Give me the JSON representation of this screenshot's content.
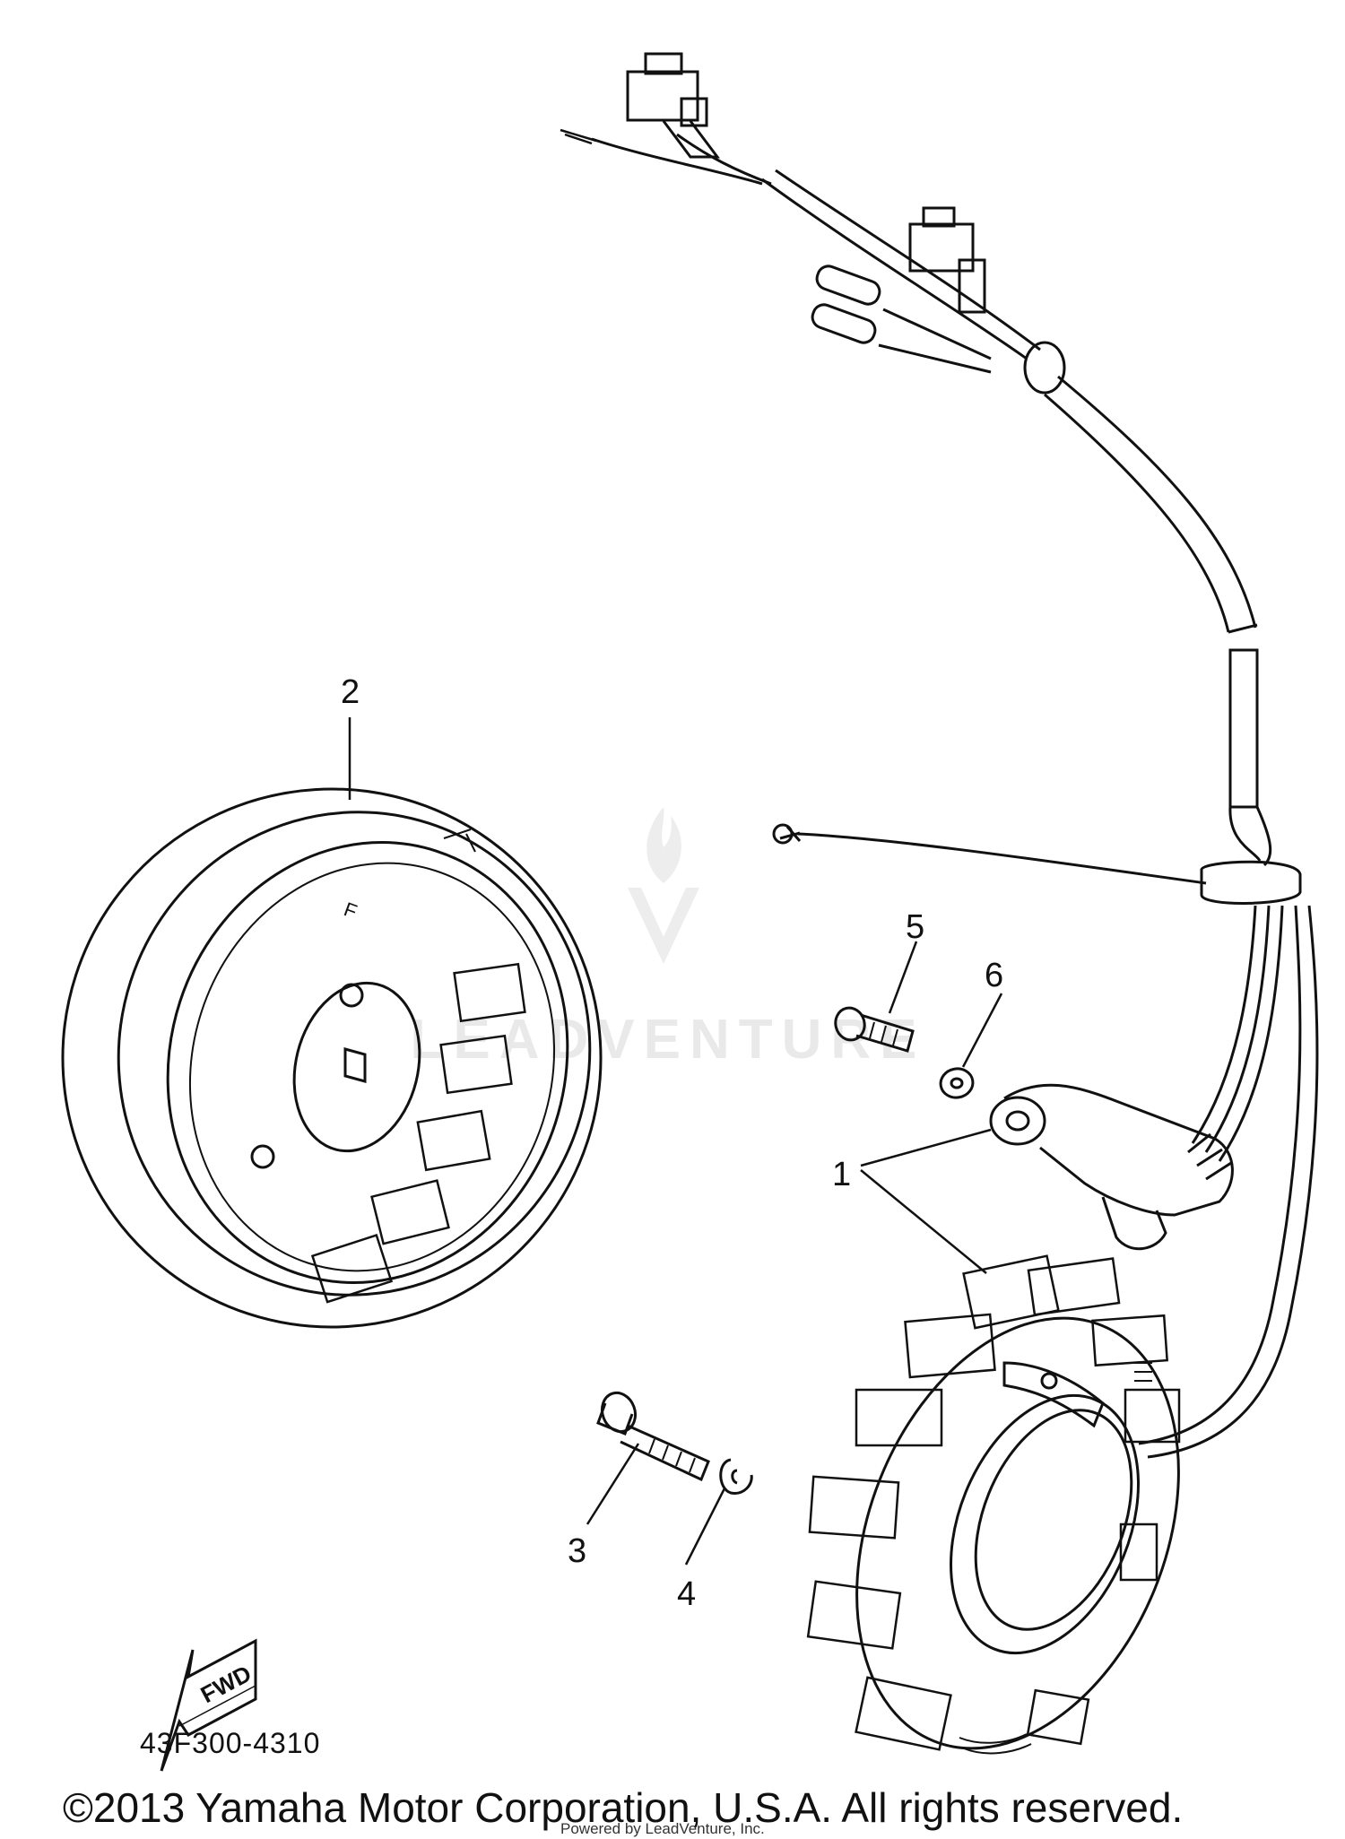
{
  "callouts": {
    "c1": "1",
    "c2": "2",
    "c3": "3",
    "c4": "4",
    "c5": "5",
    "c6": "6"
  },
  "direction_arrow": {
    "label": "FWD"
  },
  "part_number": "43F300-4310",
  "copyright": "©2013 Yamaha Motor Corporation, U.S.A. All rights reserved.",
  "watermark": {
    "text": "LEADVENTURE"
  },
  "credit": "Powered by LeadVenture, Inc."
}
